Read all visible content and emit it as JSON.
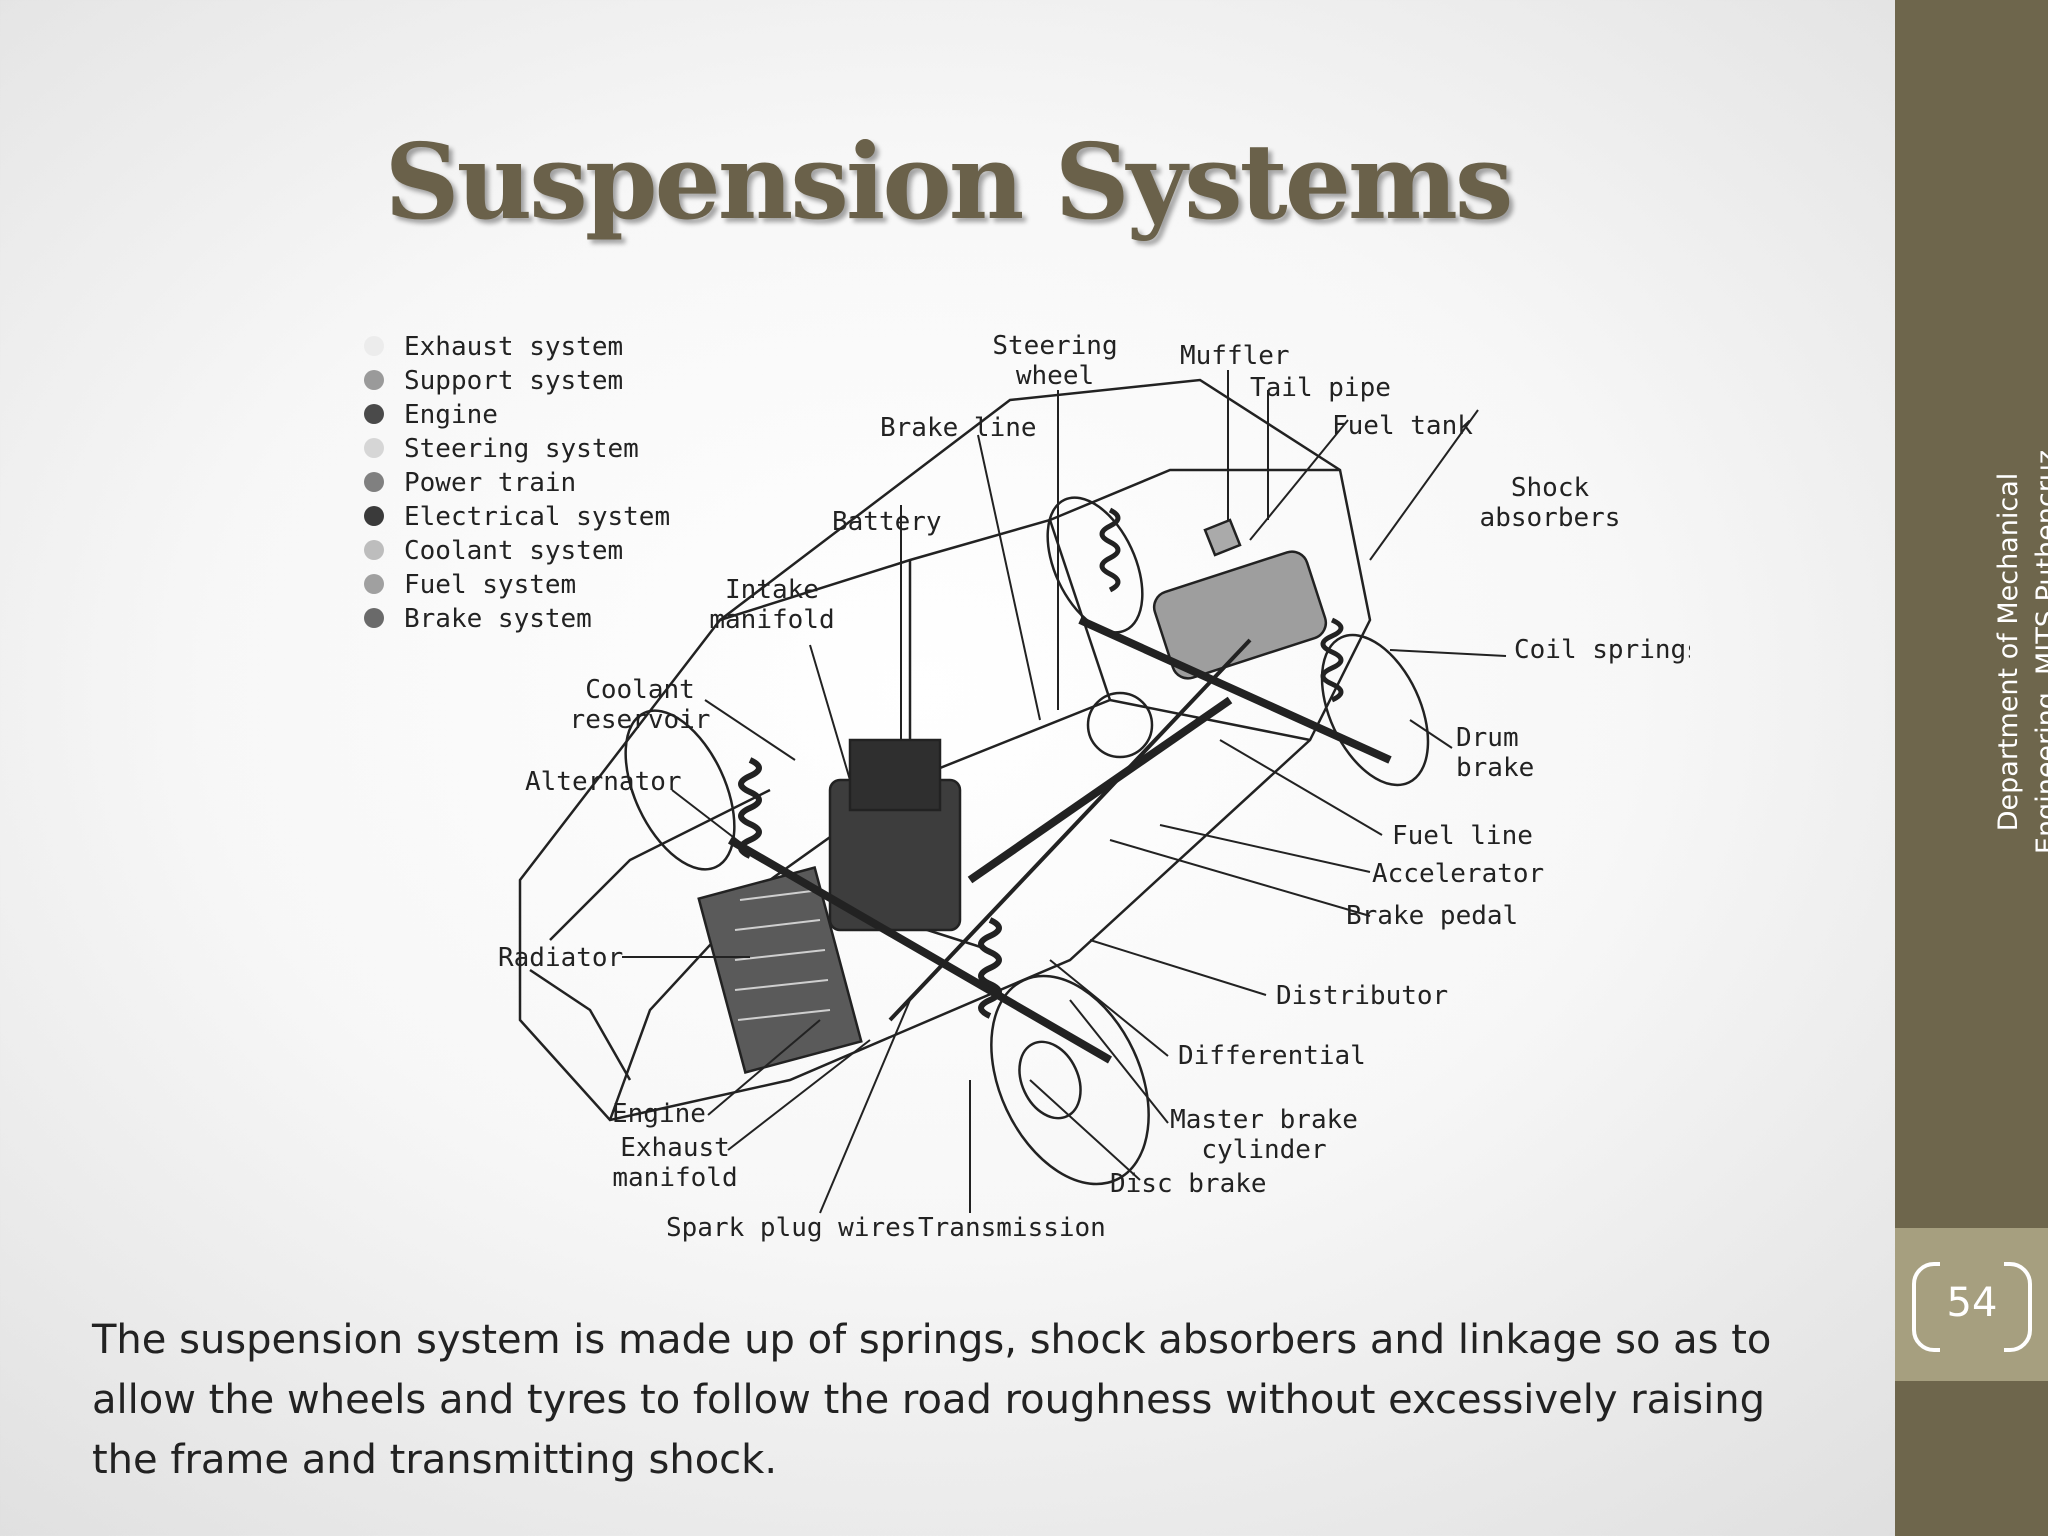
{
  "title": "Suspension Systems",
  "legend": [
    {
      "label": "Exhaust system",
      "color": "#ececec"
    },
    {
      "label": "Support system",
      "color": "#9a9a9a"
    },
    {
      "label": "Engine",
      "color": "#4a4a4a"
    },
    {
      "label": "Steering system",
      "color": "#d6d6d6"
    },
    {
      "label": "Power train",
      "color": "#808080"
    },
    {
      "label": "Electrical system",
      "color": "#3a3a3a"
    },
    {
      "label": "Coolant system",
      "color": "#bdbdbd"
    },
    {
      "label": "Fuel system",
      "color": "#a0a0a0"
    },
    {
      "label": "Brake system",
      "color": "#6a6a6a"
    }
  ],
  "callouts": {
    "steering_wheel": [
      "Steering",
      "wheel"
    ],
    "muffler": "Muffler",
    "tail_pipe": "Tail pipe",
    "fuel_tank": "Fuel tank",
    "brake_line": "Brake line",
    "shock_absorbers": [
      "Shock",
      "absorbers"
    ],
    "battery": "Battery",
    "intake_manifold": [
      "Intake",
      "manifold"
    ],
    "coil_springs": "Coil  springs",
    "coolant_reservoir": [
      "Coolant",
      "reservoir"
    ],
    "drum_brake": [
      "Drum",
      "brake"
    ],
    "alternator": "Alternator",
    "fuel_line": "Fuel line",
    "accelerator": "Accelerator",
    "brake_pedal": "Brake pedal",
    "radiator": "Radiator",
    "distributor": "Distributor",
    "differential": "Differential",
    "engine": "Engine",
    "master_brake_cylinder": [
      "Master brake",
      "cylinder"
    ],
    "exhaust_manifold": [
      "Exhaust",
      "manifold"
    ],
    "disc_brake": "Disc brake",
    "spark_plug_wires": "Spark plug wires",
    "transmission": "Transmission"
  },
  "body": "The suspension system is made up of springs, shock absorbers and linkage so as to allow the wheels and tyres to follow the road roughness without excessively raising the frame and transmitting shock.",
  "footer": {
    "line1": "Department of Mechanical",
    "line2": "Engineering, MITS Puthencruz"
  },
  "page_number": "54",
  "colors": {
    "title": "#6a614a",
    "sidebar": "#6e664c",
    "page_box": "#a69f7f"
  }
}
